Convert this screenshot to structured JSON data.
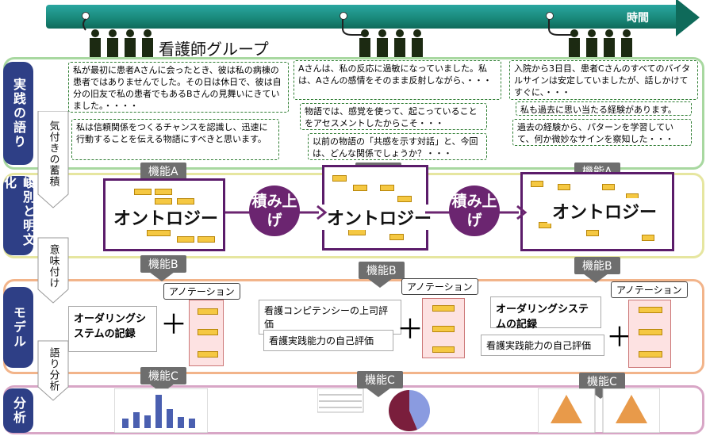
{
  "timeline": {
    "label": "時間"
  },
  "group_label": "看護師グループ",
  "bands": {
    "practice": "実践の語り",
    "distinguish": "峻別と明文化",
    "model": "モデル",
    "analysis": "分析"
  },
  "side_labels": {
    "s1": "気付きの蓄積",
    "s2": "意味付け",
    "s3": "語り分析"
  },
  "notes": {
    "n1": "私が最初に患者Aさんに会ったとき、彼は私の病棟の患者ではありませんでした。その日は休日で、彼は自分の旧友で私の患者でもあるBさんの見舞いにきていました。・・・・",
    "n2": "私は信頼関係をつくるチャンスを認識し、迅速に行動することを伝える物語にすべきと思います。",
    "n3": "Aさんは、私の反応に過敏になっていました。私は、Aさんの感情をそのまま反射しながら、・・・",
    "n4": "物語では、感覚を使って、起こっていることをアセスメントしたからこそ・・・",
    "n5": "以前の物語の「共感を示す対話」と、今回は、どんな関係でしょうか？・・・",
    "n6": "入院から3日目、患者Cさんのすべてのバイタルサインは安定していましたが、話しかけてすぐに、・・・",
    "n7": "私も過去に思い当たる経験があります。",
    "n8": "過去の経験から、パターンを学習していて、何か微妙なサインを察知した・・・"
  },
  "func": {
    "a": "機能A",
    "b": "機能B",
    "c": "機能C"
  },
  "ontology": "オントロジー",
  "stack_label": "積み上げ",
  "annotation": "アノテーション",
  "models": {
    "m1": "オーダリングシステムの記録",
    "m2a": "看護コンピテンシーの上司評価",
    "m2b": "看護実践能力の自己評価",
    "m3a": "オーダリングシステムの記録",
    "m3b": "看護実践能力の自己評価"
  },
  "colors": {
    "band_label": "#2e3f86",
    "stack": "#6b2570",
    "ontology_border": "#5b1c6a"
  }
}
